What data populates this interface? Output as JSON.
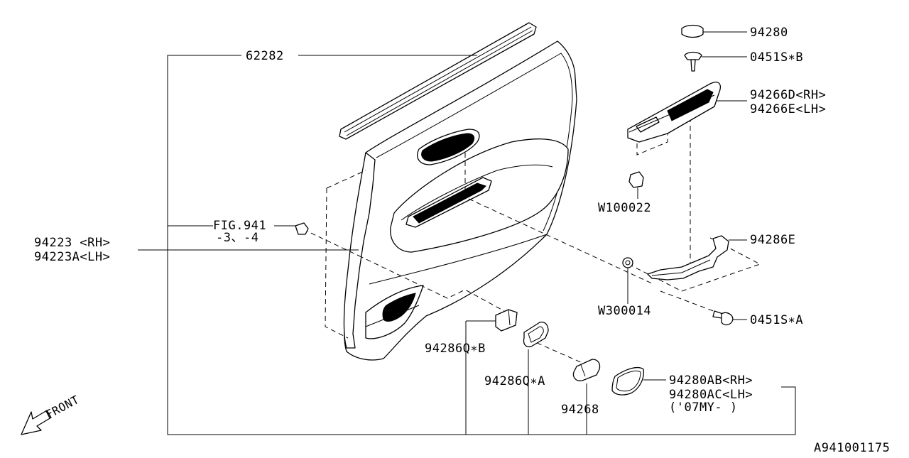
{
  "diagram": {
    "callouts": {
      "c62282": "62282",
      "c94280": "94280",
      "c0451sb": "0451S∗B",
      "c94266d": "94266D<RH>",
      "c94266e": "94266E<LH>",
      "cfig941": "FIG.941",
      "cfig941sub": "-3、-4",
      "c94223": "94223 <RH>",
      "c94223a": "94223A<LH>",
      "cw100022": "W100022",
      "c94286e": "94286E",
      "cw300014": "W300014",
      "c0451sa": "0451S∗A",
      "c94286qb": "94286Q∗B",
      "c94286qa": "94286Q∗A",
      "c94268": "94268",
      "c94280ab": "94280AB<RH>",
      "c94280ac": "94280AC<LH>",
      "c07my": "('07MY-  )"
    },
    "front_label": "FRONT",
    "diagram_id": "A941001175"
  }
}
